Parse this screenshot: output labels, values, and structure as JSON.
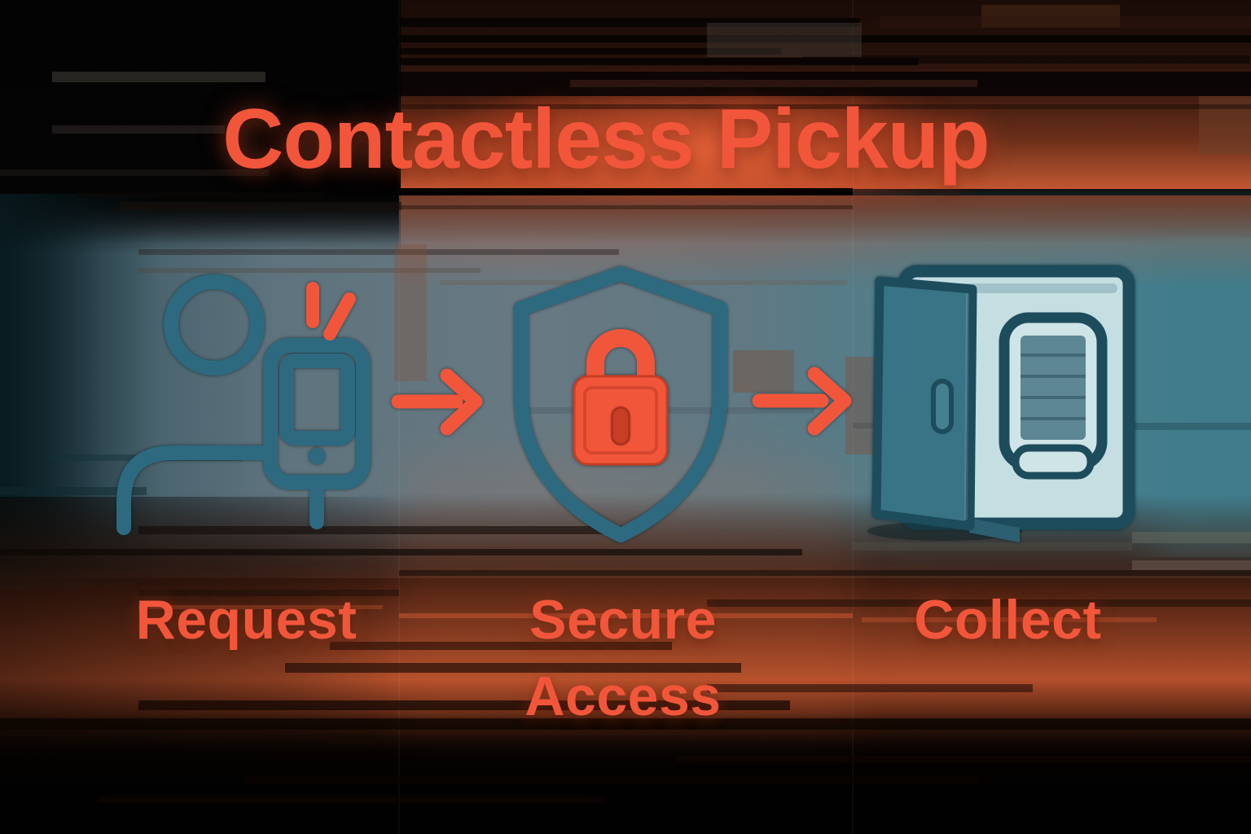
{
  "title": "Contactless Pickup",
  "steps": [
    {
      "label": "Request",
      "icon": "person-with-phone-icon"
    },
    {
      "label": "Secure Access",
      "icon": "shield-lock-icon"
    },
    {
      "label": "Collect",
      "icon": "locker-open-door-icon"
    }
  ],
  "arrows": [
    {
      "icon": "arrow-right-icon"
    },
    {
      "icon": "arrow-right-icon"
    }
  ],
  "colors": {
    "accent_orange": "#f2563a",
    "accent_orange_deep": "#c73e24",
    "teal_stroke": "#2d6a80",
    "teal_dark": "#1d4c5c",
    "teal_door": "#387386",
    "teal_handle": "#44808f",
    "panel_pale": "#c4dee2",
    "panel_pale_bright": "#cfe4e7",
    "screen_slate": "#5d8794"
  }
}
